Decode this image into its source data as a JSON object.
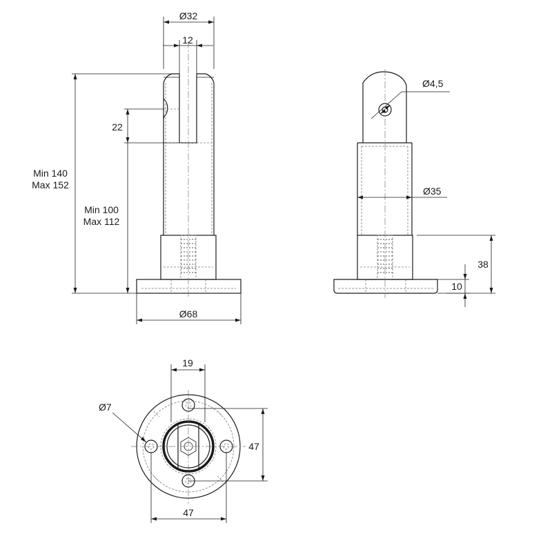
{
  "dimensions": {
    "front_top_diameter": "Ø32",
    "slot_width": "12",
    "slot_depth": "22",
    "total_height_line1": "Min 140",
    "total_height_line2": "Max 152",
    "post_height_line1": "Min 100",
    "post_height_line2": "Max 112",
    "base_diameter": "Ø68",
    "pin_hole": "Ø4,5",
    "tube_diameter": "Ø35",
    "collar_height": "38",
    "base_thickness": "10",
    "slot_spacing_top": "19",
    "mount_hole": "Ø7",
    "hole_spacing_vertical": "47",
    "hole_spacing_horizontal": "47"
  }
}
